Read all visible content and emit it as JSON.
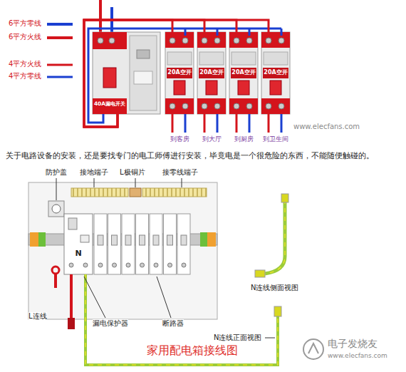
{
  "diagram": {
    "caption": "家用配电箱接线图",
    "nodes": [
      {
        "text": [
          "40A漏电开关"
        ]
      },
      {
        "text": [
          "20A空开"
        ]
      },
      {
        "text": [
          "20A空开"
        ]
      },
      {
        "text": [
          "20A空开"
        ]
      },
      {
        "text": [
          "20A空开"
        ]
      },
      {
        "text": [
          "N"
        ]
      }
    ],
    "edges": [
      {
        "from": 0,
        "to": 1,
        "arrow": "none"
      },
      {
        "from": 0,
        "to": 2,
        "arrow": "none"
      },
      {
        "from": 0,
        "to": 3,
        "arrow": "none"
      },
      {
        "from": 0,
        "to": 4,
        "arrow": "none"
      }
    ],
    "labels": [
      "6平方零线",
      "6平方火线",
      "4平方火线",
      "4平方零线",
      "到客房",
      "到大厅",
      "到厨房",
      "到卫生间",
      "www.elecfans.com",
      "关于电路设备的安装，还是要找专门的电工师傅进行安装，毕竟电是一个很危险的东西，不能随便触碰的。",
      "防护盖",
      "接地端子",
      "L极铜片",
      "接零线端子",
      "L连线",
      "漏电保护器",
      "断路器",
      "N连线侧面视图",
      "N连线正面视图",
      "电子发烧友",
      "www.elecfans.com"
    ]
  }
}
